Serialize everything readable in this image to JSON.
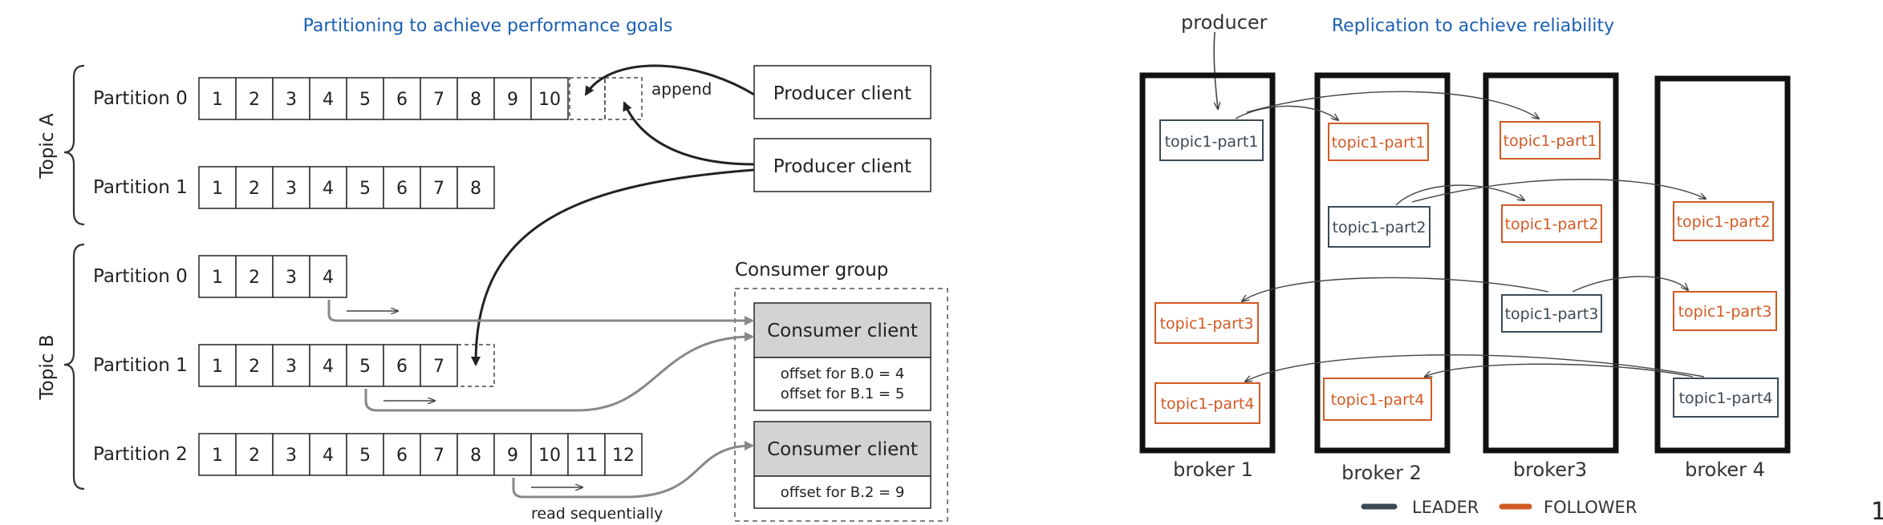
{
  "left": {
    "title": "Partitioning to achieve performance goals",
    "topics": [
      {
        "label": "Topic A",
        "partitions": [
          {
            "label": "Partition 0",
            "cells": [
              "1",
              "2",
              "3",
              "4",
              "5",
              "6",
              "7",
              "8",
              "9",
              "10"
            ]
          },
          {
            "label": "Partition 1",
            "cells": [
              "1",
              "2",
              "3",
              "4",
              "5",
              "6",
              "7",
              "8"
            ]
          }
        ]
      },
      {
        "label": "Topic B",
        "partitions": [
          {
            "label": "Partition 0",
            "cells": [
              "1",
              "2",
              "3",
              "4"
            ]
          },
          {
            "label": "Partition 1",
            "cells": [
              "1",
              "2",
              "3",
              "4",
              "5",
              "6",
              "7"
            ]
          },
          {
            "label": "Partition 2",
            "cells": [
              "1",
              "2",
              "3",
              "4",
              "5",
              "6",
              "7",
              "8",
              "9",
              "10",
              "11",
              "12"
            ]
          }
        ]
      }
    ],
    "append_label": "append",
    "producers": [
      "Producer client",
      "Producer client"
    ],
    "consumer_group_label": "Consumer group",
    "consumers": [
      {
        "label": "Consumer client",
        "offsets": [
          "offset for B.0 = 4",
          "offset for B.1 = 5"
        ]
      },
      {
        "label": "Consumer client",
        "offsets": [
          "offset for B.2 = 9"
        ]
      }
    ],
    "read_label": "read sequentially"
  },
  "right": {
    "title": "Replication to achieve reliability",
    "producer_label": "producer",
    "brokers": [
      "broker 1",
      "broker 2",
      "broker3",
      "broker 4"
    ],
    "parts": {
      "p1": "topic1-part1",
      "p2": "topic1-part2",
      "p3": "topic1-part3",
      "p4": "topic1-part4"
    },
    "legend": {
      "leader": "LEADER",
      "follower": "FOLLOWER"
    },
    "colors": {
      "leader": "#3b4a55",
      "follower": "#d25a25",
      "title": "#1a5fb4"
    }
  },
  "page_number": "1"
}
